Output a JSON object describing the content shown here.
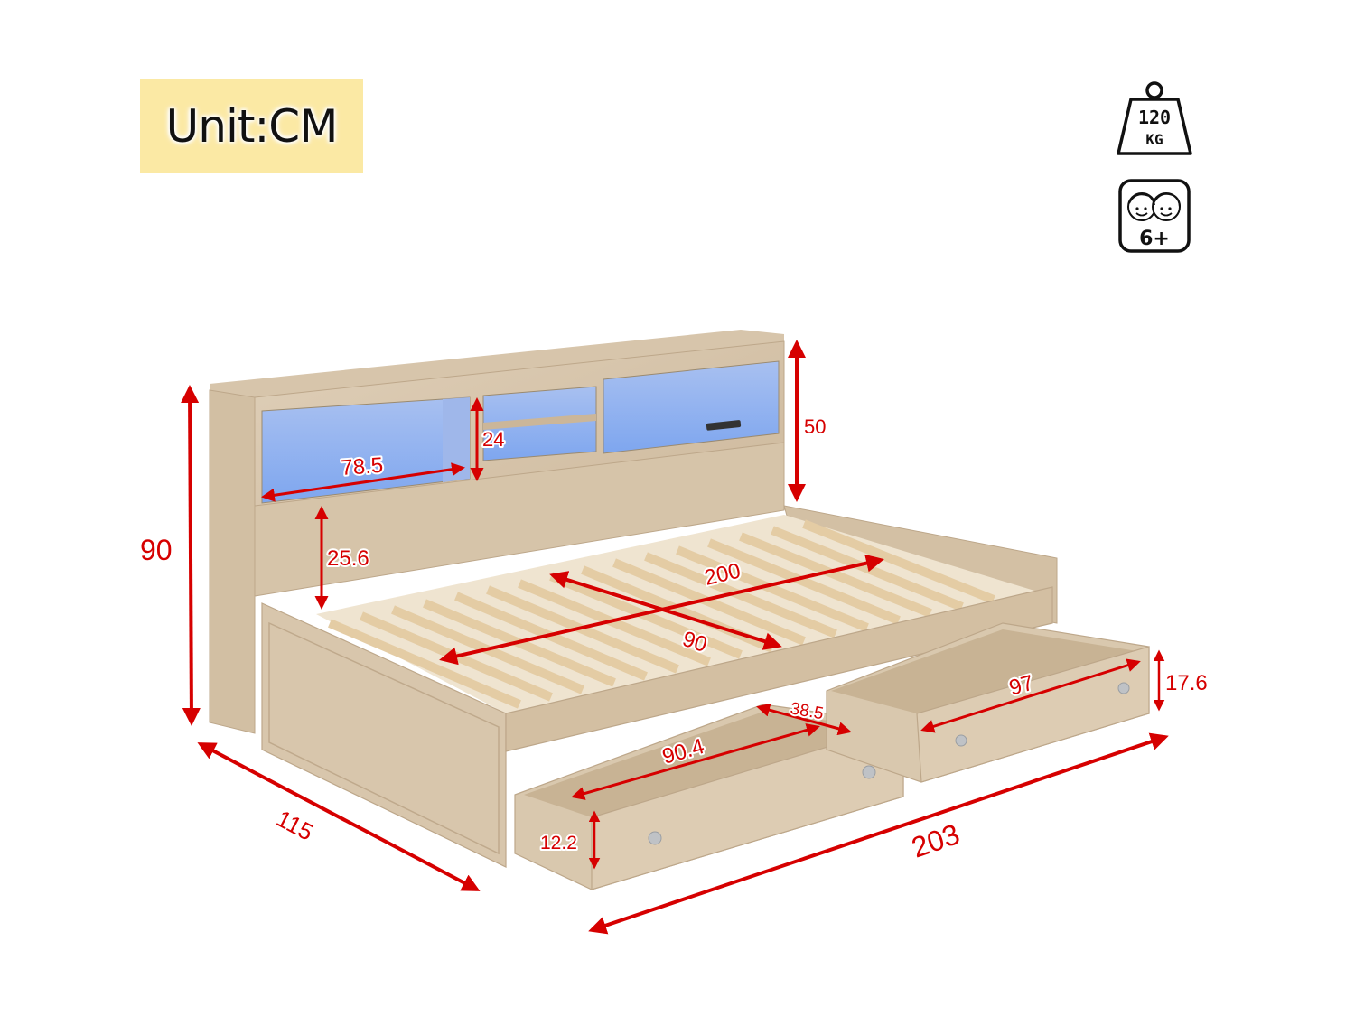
{
  "unit_label": "Unit:CM",
  "badges": {
    "weight": {
      "icon": "weight-icon",
      "value": "120",
      "unit": "KG"
    },
    "age": {
      "icon": "kids-age-icon",
      "value": "6+"
    }
  },
  "dimensions": {
    "total_height": "90",
    "headboard_height": "50",
    "shelf_width": "78.5",
    "shelf_height": "24",
    "headboard_to_frame": "25.6",
    "mattress_length": "200",
    "mattress_width": "90",
    "total_depth": "115",
    "total_length": "203",
    "left_drawer_inner_length": "90.4",
    "left_drawer_inner_depth": "38.5",
    "left_drawer_height": "12.2",
    "right_drawer_length": "97",
    "right_drawer_height": "17.6"
  },
  "colors": {
    "dimension_red": "#d60000",
    "wood_light": "#dccbb3",
    "wood_mid": "#cdb99c",
    "wood_dark": "#b8a283",
    "led_blue": "#8fb3f5",
    "unit_badge_bg": "#fbe9a4"
  }
}
